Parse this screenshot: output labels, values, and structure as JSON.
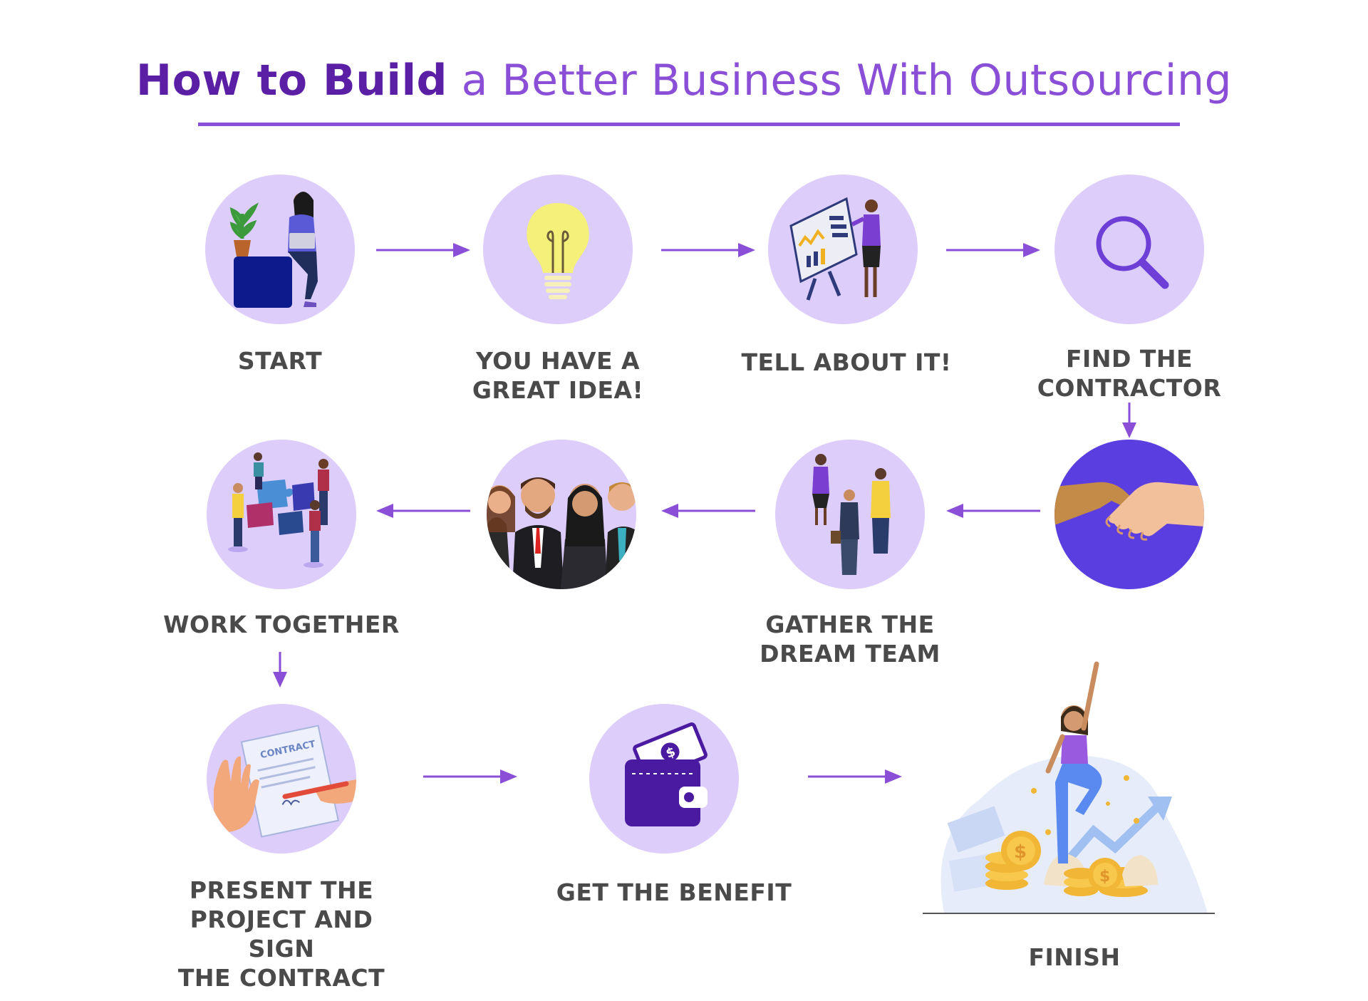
{
  "title": {
    "bold": "How to Build",
    "regular": "a Better Business With Outsourcing"
  },
  "steps": [
    {
      "id": "start",
      "label": "START"
    },
    {
      "id": "idea",
      "label": "YOU HAVE A\nGREAT IDEA!"
    },
    {
      "id": "tell",
      "label": "TELL ABOUT IT!"
    },
    {
      "id": "find",
      "label": "FIND THE\nCONTRACTOR"
    },
    {
      "id": "handshake",
      "label": ""
    },
    {
      "id": "gather",
      "label": "GATHER THE\nDREAM TEAM"
    },
    {
      "id": "team",
      "label": ""
    },
    {
      "id": "work",
      "label": "WORK TOGETHER"
    },
    {
      "id": "contract",
      "label": "PRESENT THE\nPROJECT AND SIGN\nTHE CONTRACT"
    },
    {
      "id": "benefit",
      "label": "GET THE BENEFIT"
    },
    {
      "id": "finish",
      "label": "FINISH"
    }
  ],
  "illustrations": {
    "contract_doc_text": "CONTRACT"
  },
  "colors": {
    "accent": "#8a4fd6",
    "dark_purple": "#5b1fa6",
    "circle_fill": "#dccdfb",
    "label_text": "#4a4a4a"
  },
  "icons": [
    "woman-laptop-icon",
    "lightbulb-icon",
    "presentation-board-icon",
    "magnifier-icon",
    "handshake-icon",
    "business-people-icon",
    "business-team-icon",
    "puzzle-team-icon",
    "contract-signing-icon",
    "wallet-money-icon",
    "success-woman-coins-icon"
  ]
}
